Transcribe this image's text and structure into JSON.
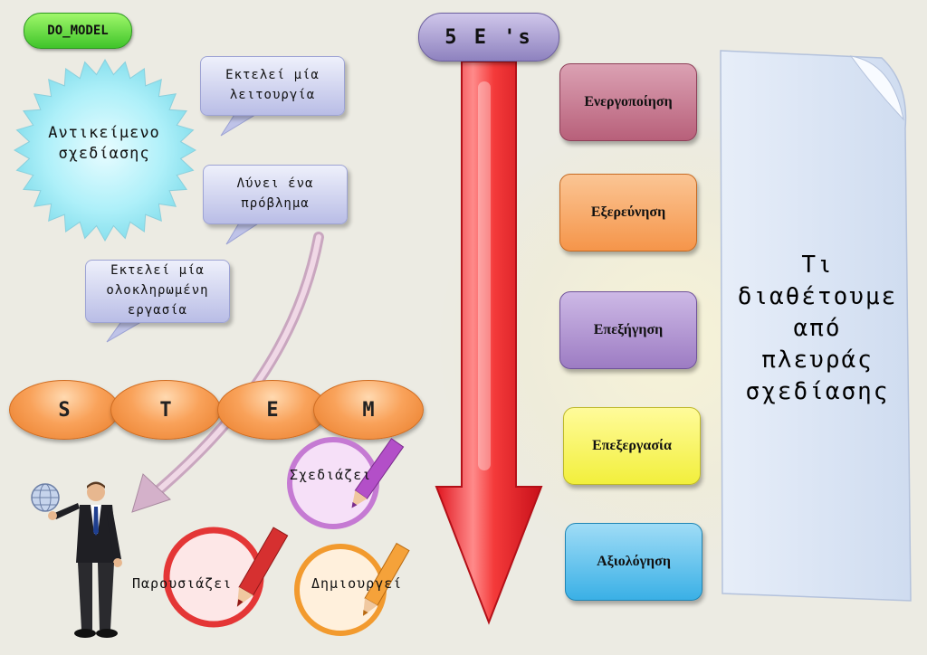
{
  "tag": "DO_MODEL",
  "starburst_label": "Αντικείμενο σχεδίασης",
  "callouts": [
    "Εκτελεί μία λειτουργία",
    "Λύνει ένα πρόβλημα",
    "Εκτελεί μία ολοκληρωμένη εργασία"
  ],
  "stem": [
    "S",
    "T",
    "E",
    "M"
  ],
  "actions": [
    "Σχεδιάζει",
    "Παρουσιάζει",
    "Δημιουργεί"
  ],
  "five_es_title": "5 E 's",
  "phases": [
    {
      "label": "Ενεργοποίηση",
      "color": "#b8607a"
    },
    {
      "label": "Εξερεύνηση",
      "color": "#f5954a"
    },
    {
      "label": "Επεξήγηση",
      "color": "#9d7cc3"
    },
    {
      "label": "Επεξεργασία",
      "color": "#f2ef3c"
    },
    {
      "label": "Αξιολόγηση",
      "color": "#3ab0e6"
    }
  ],
  "scroll_text": "Τι διαθέτουμε από πλευράς σχεδίασης"
}
